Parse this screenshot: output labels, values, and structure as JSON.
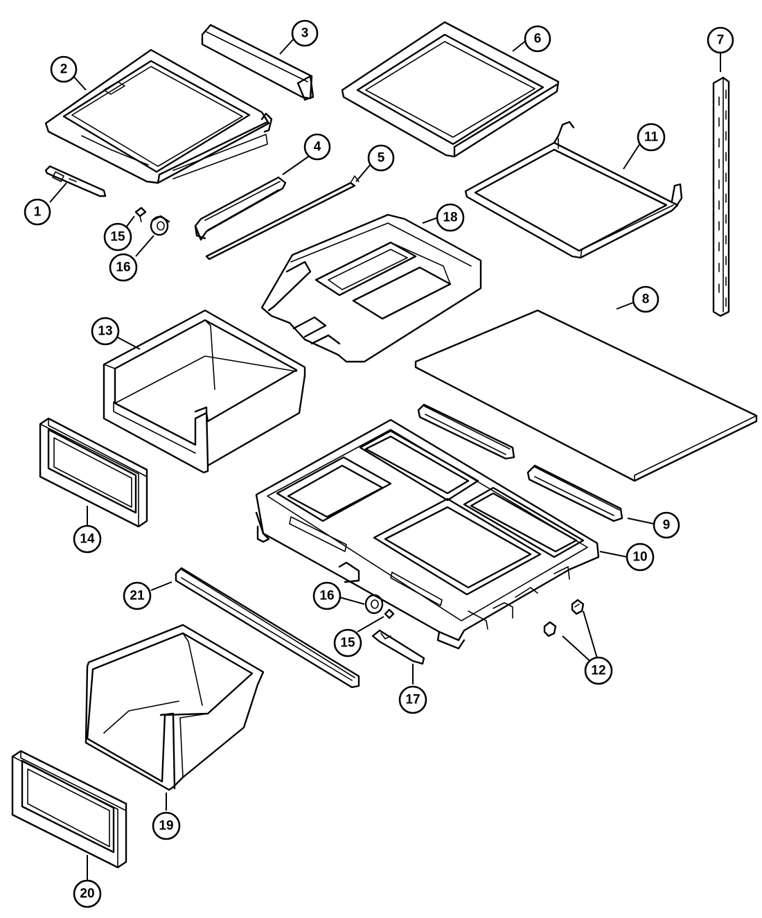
{
  "callouts": [
    {
      "id": "1",
      "label": "1"
    },
    {
      "id": "2",
      "label": "2"
    },
    {
      "id": "3",
      "label": "3"
    },
    {
      "id": "4",
      "label": "4"
    },
    {
      "id": "5",
      "label": "5"
    },
    {
      "id": "6",
      "label": "6"
    },
    {
      "id": "7",
      "label": "7"
    },
    {
      "id": "8",
      "label": "8"
    },
    {
      "id": "9",
      "label": "9"
    },
    {
      "id": "10",
      "label": "10"
    },
    {
      "id": "11",
      "label": "11"
    },
    {
      "id": "12",
      "label": "12"
    },
    {
      "id": "13",
      "label": "13"
    },
    {
      "id": "14",
      "label": "14"
    },
    {
      "id": "15a",
      "label": "15"
    },
    {
      "id": "16a",
      "label": "16"
    },
    {
      "id": "15b",
      "label": "15"
    },
    {
      "id": "16b",
      "label": "16"
    },
    {
      "id": "17",
      "label": "17"
    },
    {
      "id": "18",
      "label": "18"
    },
    {
      "id": "19",
      "label": "19"
    },
    {
      "id": "20",
      "label": "20"
    },
    {
      "id": "21",
      "label": "21"
    }
  ]
}
